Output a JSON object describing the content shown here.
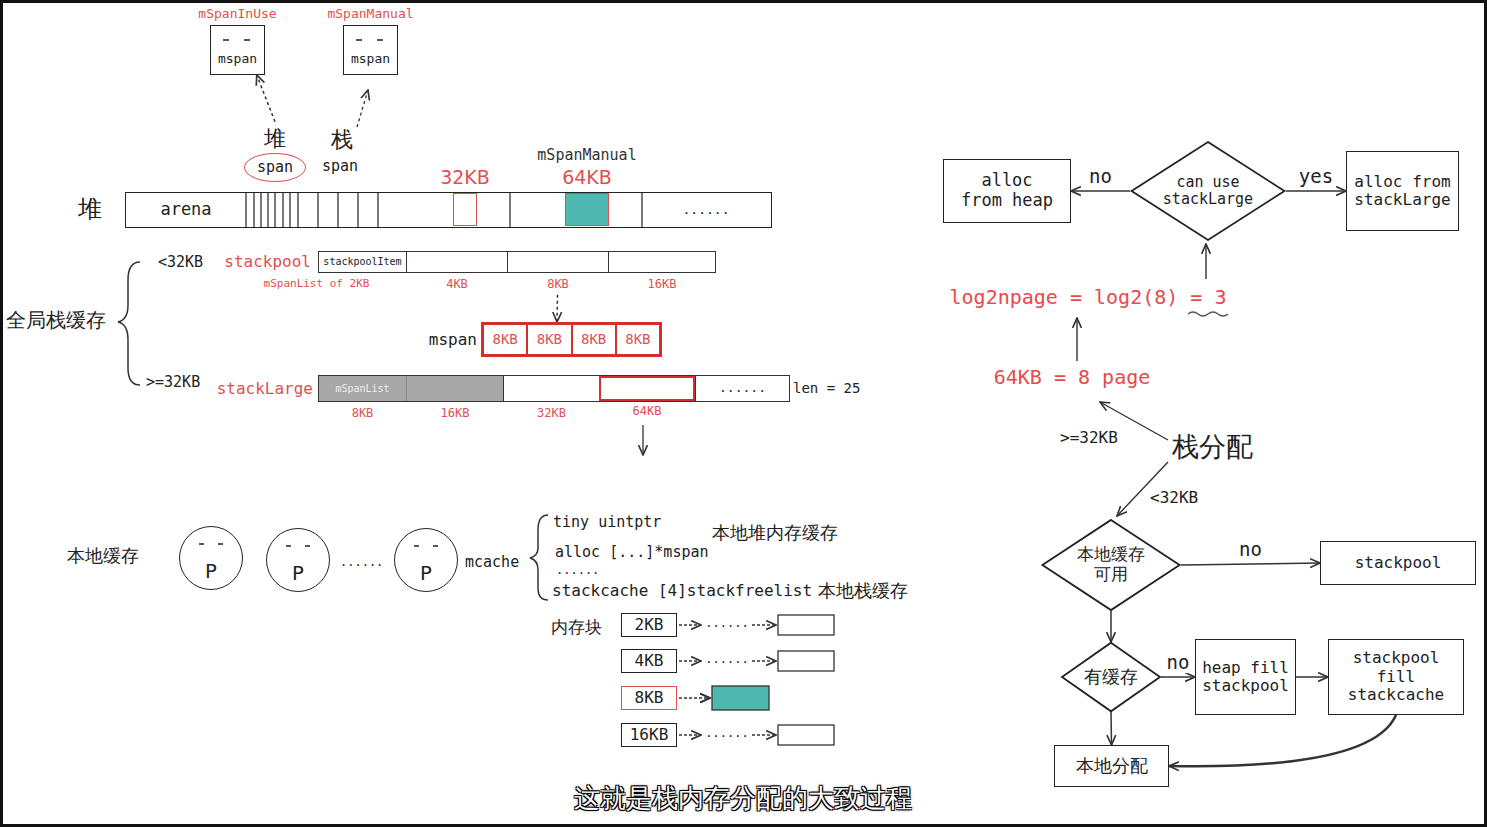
{
  "diagram": {
    "caption": "这就是栈内存分配的大致过程",
    "nodes": [
      {
        "text": [
          "mSpanInUse",
          "mspan"
        ]
      },
      {
        "text": [
          "mSpanManual",
          "mspan"
        ]
      },
      {
        "text": [
          "堆",
          "span"
        ]
      },
      {
        "text": [
          "堆",
          "arena",
          "......"
        ]
      },
      {
        "text": [
          "32KB"
        ],
        "in": 3
      },
      {
        "text": [
          "mSpanManual",
          "64KB"
        ],
        "in": 3
      },
      {
        "text": [
          "stackpool"
        ]
      },
      {
        "text": [
          "stackpoolItem",
          "mSpanList of 2KB"
        ],
        "in": 6
      },
      {
        "text": [
          "4KB"
        ],
        "in": 6
      },
      {
        "text": [
          "8KB"
        ],
        "in": 6
      },
      {
        "text": [
          "16KB"
        ],
        "in": 6
      },
      {
        "text": [
          "mspan"
        ]
      },
      {
        "text": [
          "8KB"
        ],
        "in": 11
      },
      {
        "text": [
          "8KB"
        ],
        "in": 11
      },
      {
        "text": [
          "8KB"
        ],
        "in": 11
      },
      {
        "text": [
          "8KB"
        ],
        "in": 11
      },
      {
        "text": [
          "stackLarge"
        ]
      },
      {
        "text": [
          "mSpanList",
          "8KB"
        ],
        "in": 16
      },
      {
        "text": [
          "16KB"
        ],
        "in": 16
      },
      {
        "text": [
          "32KB"
        ],
        "in": 16
      },
      {
        "text": [
          "64KB"
        ],
        "in": 16
      },
      {
        "text": [
          "......"
        ],
        "in": 16
      },
      {
        "text": [
          "P"
        ]
      },
      {
        "text": [
          "P"
        ]
      },
      {
        "text": [
          "P"
        ]
      },
      {
        "text": [
          "2KB"
        ]
      },
      {
        "text": [
          "4KB"
        ]
      },
      {
        "text": [
          "8KB"
        ]
      },
      {
        "text": [
          "16KB"
        ]
      },
      {
        "text": [
          "alloc from heap"
        ]
      },
      {
        "text": [
          "can use stackLarge"
        ]
      },
      {
        "text": [
          "alloc from stackLarge"
        ]
      },
      {
        "text": [
          "本地缓存 可用"
        ]
      },
      {
        "text": [
          "stackpool"
        ]
      },
      {
        "text": [
          "有缓存"
        ]
      },
      {
        "text": [
          "heap fill stackpool"
        ]
      },
      {
        "text": [
          "stackpool fill stackcache"
        ]
      },
      {
        "text": [
          "本地分配"
        ]
      }
    ],
    "edges": [
      {
        "from": 2,
        "to": 0,
        "arrow": "to"
      },
      {
        "from": 9,
        "to": 11,
        "arrow": "to"
      },
      {
        "from": 30,
        "to": 29,
        "label": "no",
        "arrow": "to"
      },
      {
        "from": 30,
        "to": 31,
        "label": "yes",
        "arrow": "to"
      },
      {
        "from": 32,
        "to": 33,
        "label": "no",
        "arrow": "to"
      },
      {
        "from": 32,
        "to": 34,
        "arrow": "to"
      },
      {
        "from": 34,
        "to": 35,
        "label": "no",
        "arrow": "to"
      },
      {
        "from": 35,
        "to": 36,
        "arrow": "to"
      },
      {
        "from": 36,
        "to": 37,
        "arrow": "to"
      },
      {
        "from": 34,
        "to": 37,
        "arrow": "to"
      }
    ],
    "labels": [
      "栈",
      "span",
      "全局栈缓存",
      "<32KB",
      ">=32KB",
      "len = 25",
      "本地缓存",
      "......",
      "mcache",
      "tiny uintptr",
      "本地堆内存缓存",
      "alloc [...]*mspan",
      "......",
      "stackcache [4]stackfreelist",
      "本地栈缓存",
      "内存块",
      "......",
      "......",
      "......",
      "log2npage = log2(8) = 3",
      "64KB = 8 page",
      ">=32KB",
      "栈分配",
      "<32KB"
    ]
  }
}
